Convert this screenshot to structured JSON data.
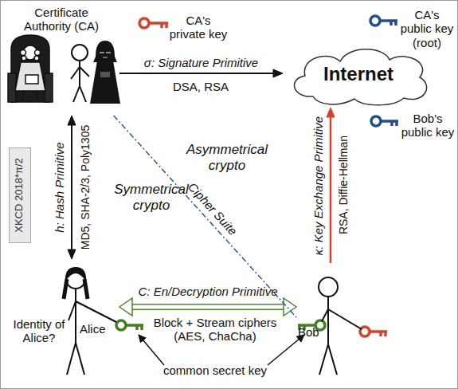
{
  "diagram": {
    "nodes": [
      {
        "text": [
          "Certificate Authority (CA)"
        ]
      },
      {
        "text": [
          "Internet"
        ]
      },
      {
        "text": [
          "XKCD 2018*π/2"
        ]
      },
      {
        "text": [
          "Alice"
        ]
      },
      {
        "text": [
          "Bob"
        ]
      }
    ],
    "edges": [
      {
        "from": 0,
        "to": 1,
        "arrow": "to",
        "label": "σ: Signature Primitive"
      },
      {
        "from": 0,
        "to": 3,
        "arrow": "both",
        "label": "h: Hash Primitive"
      },
      {
        "from": 3,
        "to": 4,
        "arrow": "both",
        "label": "C: En/Decryption Primitive"
      },
      {
        "from": 4,
        "to": 1,
        "arrow": "to",
        "label": "κ: Key Exchange Primitive"
      },
      {
        "from": 0,
        "to": 4,
        "arrow": "none",
        "label": "Cipher Suite"
      }
    ],
    "labels": [
      "CA's private key",
      "DSA, RSA",
      "CA's public key (root)",
      "Bob's public key",
      "Asymmetrical crypto",
      "Symmetrical crypto",
      "MD5, SHA-2/3, Poly1305",
      "RSA, Diffie-Hellman",
      "Block + Stream ciphers (AES, ChaCha)",
      "Identity of Alice?",
      "common secret key"
    ]
  }
}
